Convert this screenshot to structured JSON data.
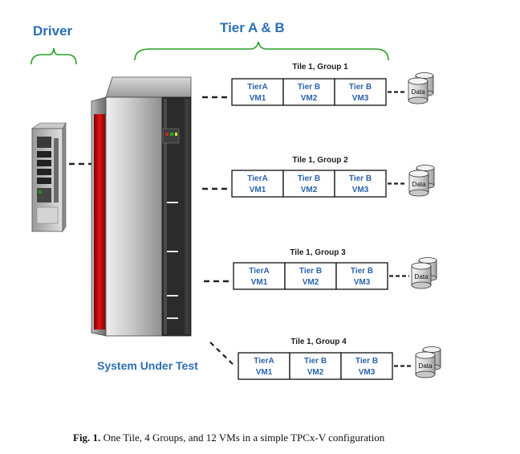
{
  "headings": {
    "driver": "Driver",
    "tier_ab": "Tier A & B",
    "system_under_test": "System Under Test"
  },
  "groups": [
    {
      "label": "Tile 1, Group 1",
      "vms": [
        {
          "tier": "TierA",
          "vm": "VM1"
        },
        {
          "tier": "Tier B",
          "vm": "VM2"
        },
        {
          "tier": "Tier B",
          "vm": "VM3"
        }
      ],
      "data": "Data"
    },
    {
      "label": "Tile 1, Group 2",
      "vms": [
        {
          "tier": "TierA",
          "vm": "VM1"
        },
        {
          "tier": "Tier B",
          "vm": "VM2"
        },
        {
          "tier": "Tier B",
          "vm": "VM3"
        }
      ],
      "data": "Data"
    },
    {
      "label": "Tile 1, Group 3",
      "vms": [
        {
          "tier": "TierA",
          "vm": "VM1"
        },
        {
          "tier": "Tier B",
          "vm": "VM2"
        },
        {
          "tier": "Tier B",
          "vm": "VM3"
        }
      ],
      "data": "Data"
    },
    {
      "label": "Tile 1, Group 4",
      "vms": [
        {
          "tier": "TierA",
          "vm": "VM1"
        },
        {
          "tier": "Tier B",
          "vm": "VM2"
        },
        {
          "tier": "Tier B",
          "vm": "VM3"
        }
      ],
      "data": "Data"
    }
  ],
  "caption": {
    "prefix": "Fig. 1.",
    "text": " One Tile, 4 Groups, and 12 VMs in a simple TPCx-V configuration"
  }
}
